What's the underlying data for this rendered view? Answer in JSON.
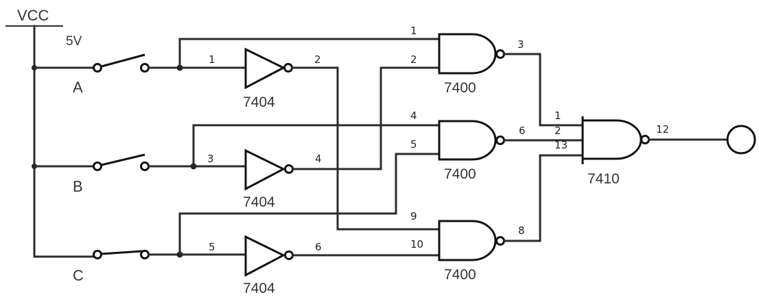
{
  "power": {
    "label": "VCC",
    "voltage": "5V"
  },
  "switches": [
    {
      "name": "A",
      "state": "open"
    },
    {
      "name": "B",
      "state": "open"
    },
    {
      "name": "C",
      "state": "closed"
    }
  ],
  "inverters": [
    {
      "part": "7404",
      "in_pin": "1",
      "out_pin": "2"
    },
    {
      "part": "7404",
      "in_pin": "3",
      "out_pin": "4"
    },
    {
      "part": "7404",
      "in_pin": "5",
      "out_pin": "6"
    }
  ],
  "nand2": [
    {
      "part": "7400",
      "in_pins": [
        "1",
        "2"
      ],
      "out_pin": "3"
    },
    {
      "part": "7400",
      "in_pins": [
        "4",
        "5"
      ],
      "out_pin": "6"
    },
    {
      "part": "7400",
      "in_pins": [
        "9",
        "10"
      ],
      "out_pin": "8"
    }
  ],
  "nand3": {
    "part": "7410",
    "in_pins": [
      "1",
      "2",
      "13"
    ],
    "out_pin": "12"
  },
  "output": {
    "type": "lamp"
  }
}
